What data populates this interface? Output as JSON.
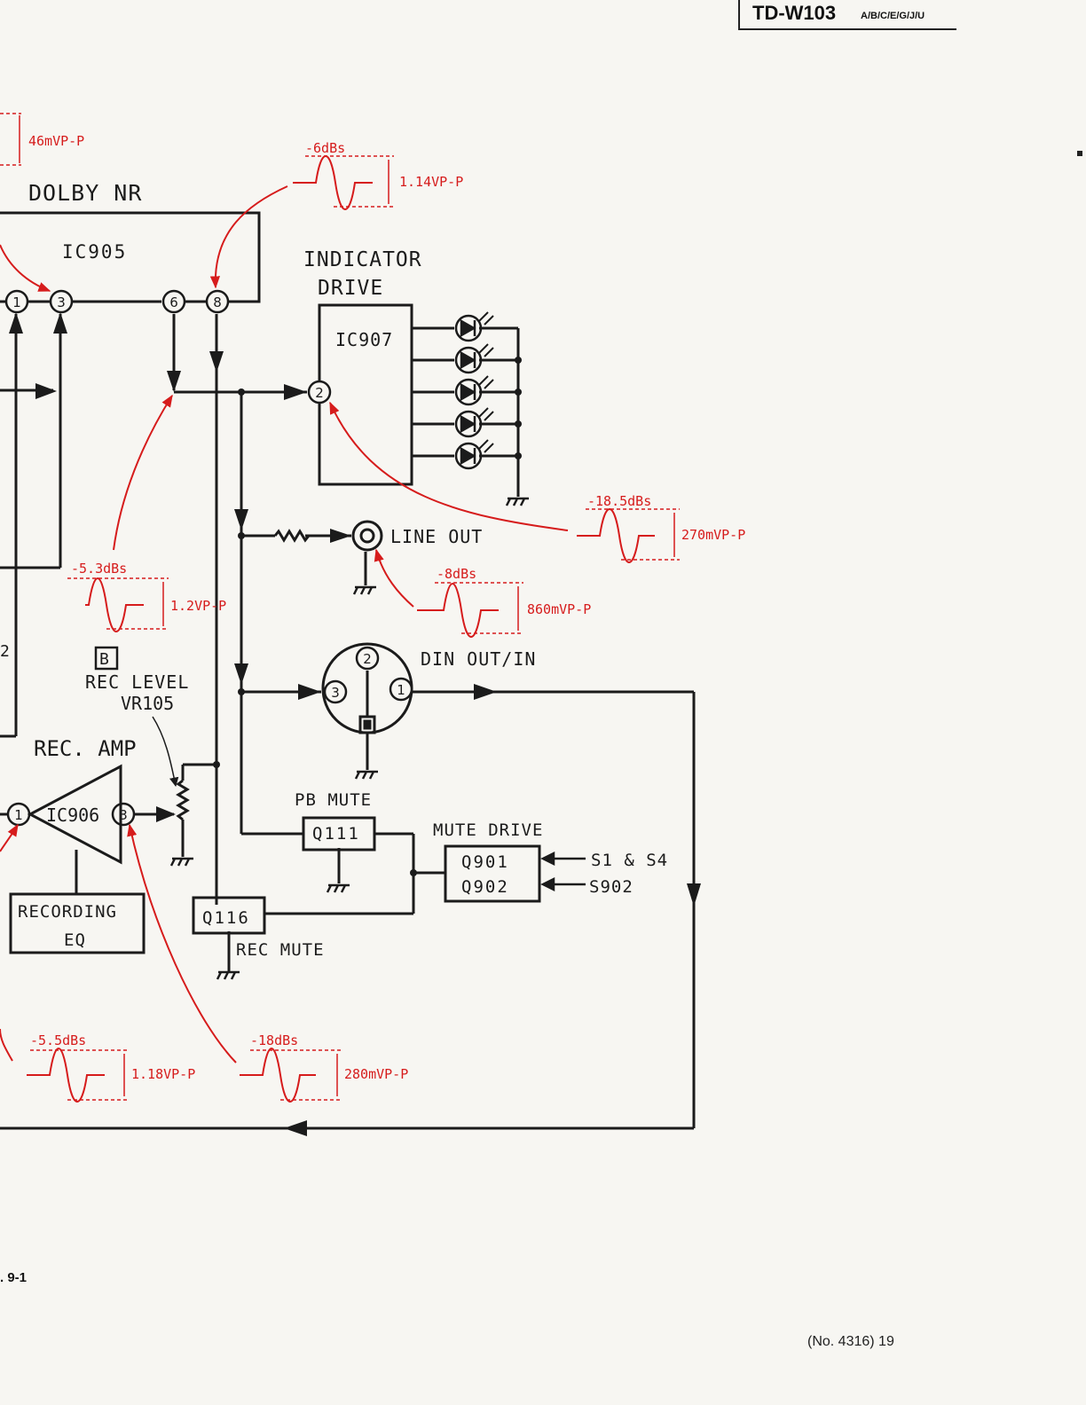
{
  "header": {
    "model": "TD-W103",
    "variants": "A/B/C/E/G/J/U"
  },
  "blocks": {
    "dolby_nr": "DOLBY  NR",
    "ic905": "IC905",
    "indicator_drive_1": "INDICATOR",
    "indicator_drive_2": "DRIVE",
    "ic907": "IC907",
    "line_out": "LINE OUT",
    "din_out_in": "DIN OUT/IN",
    "rec_level_box": "B",
    "rec_level": "REC LEVEL",
    "vr105": "VR105",
    "rec_amp": "REC. AMP",
    "ic906": "IC906",
    "recording_eq_1": "RECORDING",
    "recording_eq_2": "EQ",
    "pb_mute": "PB MUTE",
    "q111": "Q111",
    "mute_drive": "MUTE DRIVE",
    "q901": "Q901",
    "q902": "Q902",
    "s1_s4": "S1 & S4",
    "s902": "S902",
    "q116": "Q116",
    "rec_mute": "REC MUTE",
    "left_partial_num": "2"
  },
  "pins": {
    "ic905_p1": "1",
    "ic905_p3": "3",
    "ic905_p6": "6",
    "ic905_p8": "8",
    "ic907_p2": "2",
    "din_p1": "1",
    "din_p2": "2",
    "din_p3": "3",
    "ic906_p1": "1",
    "ic906_p3": "3"
  },
  "waveforms": [
    {
      "level": "",
      "amplitude": "46mVP-P"
    },
    {
      "level": "-6dBs",
      "amplitude": "1.14VP-P"
    },
    {
      "level": "-18.5dBs",
      "amplitude": "270mVP-P"
    },
    {
      "level": "-8dBs",
      "amplitude": "860mVP-P"
    },
    {
      "level": "-5.3dBs",
      "amplitude": "1.2VP-P"
    },
    {
      "level": "-5.5dBs",
      "amplitude": "1.18VP-P"
    },
    {
      "level": "-18dBs",
      "amplitude": "280mVP-P"
    }
  ],
  "footer": {
    "figure": ". 9-1",
    "page": "(No. 4316) 19"
  },
  "colors": {
    "ink": "#1b1b1b",
    "annotation": "#d61c1c",
    "paper": "#f7f6f2"
  }
}
